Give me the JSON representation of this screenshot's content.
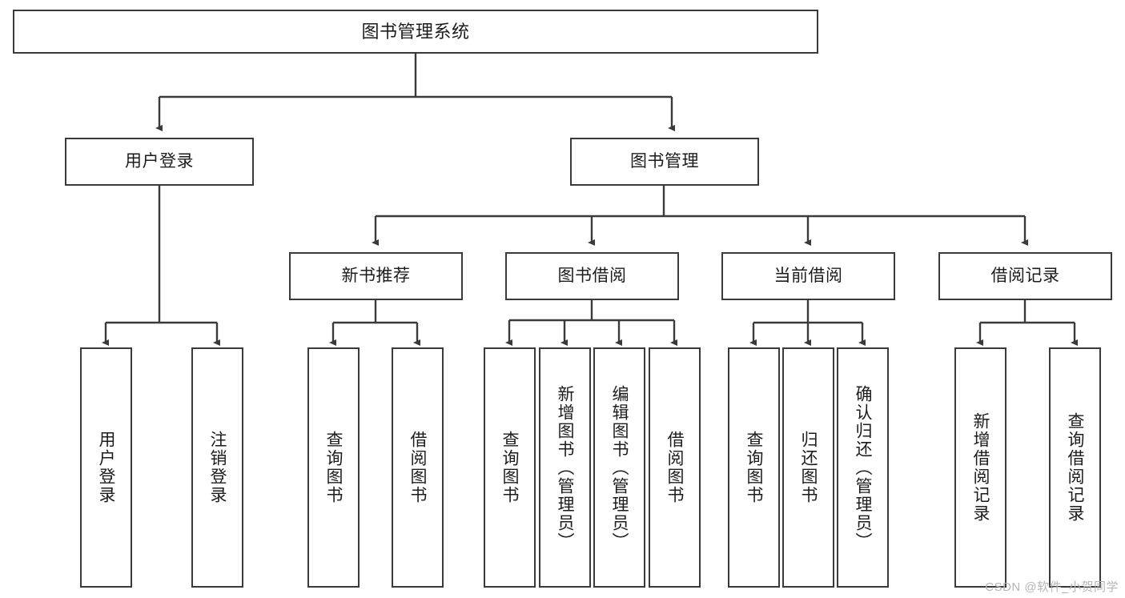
{
  "diagram": {
    "title": "图书管理系统",
    "type": "tree",
    "style": {
      "box_border_color": "#3a3a3a",
      "box_fill_color": "#ffffff",
      "connector_color": "#3a3a3a",
      "text_color": "#1c1c1c",
      "background": "#ffffff"
    },
    "root": {
      "id": "root",
      "label": "图书管理系统"
    },
    "level2": [
      {
        "id": "user-login",
        "label": "用户登录"
      },
      {
        "id": "book-management",
        "label": "图书管理"
      }
    ],
    "level3": [
      {
        "id": "new-book-recommend",
        "label": "新书推荐",
        "parent": "book-management"
      },
      {
        "id": "book-borrow",
        "label": "图书借阅",
        "parent": "book-management"
      },
      {
        "id": "current-borrow",
        "label": "当前借阅",
        "parent": "book-management"
      },
      {
        "id": "borrow-record",
        "label": "借阅记录",
        "parent": "book-management"
      }
    ],
    "leaves": {
      "user_login": [
        {
          "id": "leaf-user-login",
          "label": "用户登录"
        },
        {
          "id": "leaf-logout",
          "label": "注销登录"
        }
      ],
      "new_book_recommend": [
        {
          "id": "leaf-query-book-1",
          "label": "查询图书"
        },
        {
          "id": "leaf-borrow-book-1",
          "label": "借阅图书"
        }
      ],
      "book_borrow": [
        {
          "id": "leaf-query-book-2",
          "label": "查询图书"
        },
        {
          "id": "leaf-add-book",
          "label": "新增图书（管理员）"
        },
        {
          "id": "leaf-edit-book",
          "label": "编辑图书（管理员）"
        },
        {
          "id": "leaf-borrow-book-2",
          "label": "借阅图书"
        }
      ],
      "current_borrow": [
        {
          "id": "leaf-query-book-3",
          "label": "查询图书"
        },
        {
          "id": "leaf-return-book",
          "label": "归还图书"
        },
        {
          "id": "leaf-confirm-return",
          "label": "确认归还（管理员）"
        }
      ],
      "borrow_record": [
        {
          "id": "leaf-add-record",
          "label": "新增借阅记录"
        },
        {
          "id": "leaf-query-record",
          "label": "查询借阅记录"
        }
      ]
    }
  },
  "watermark": {
    "text": "CSDN @软件_小贺同学"
  }
}
